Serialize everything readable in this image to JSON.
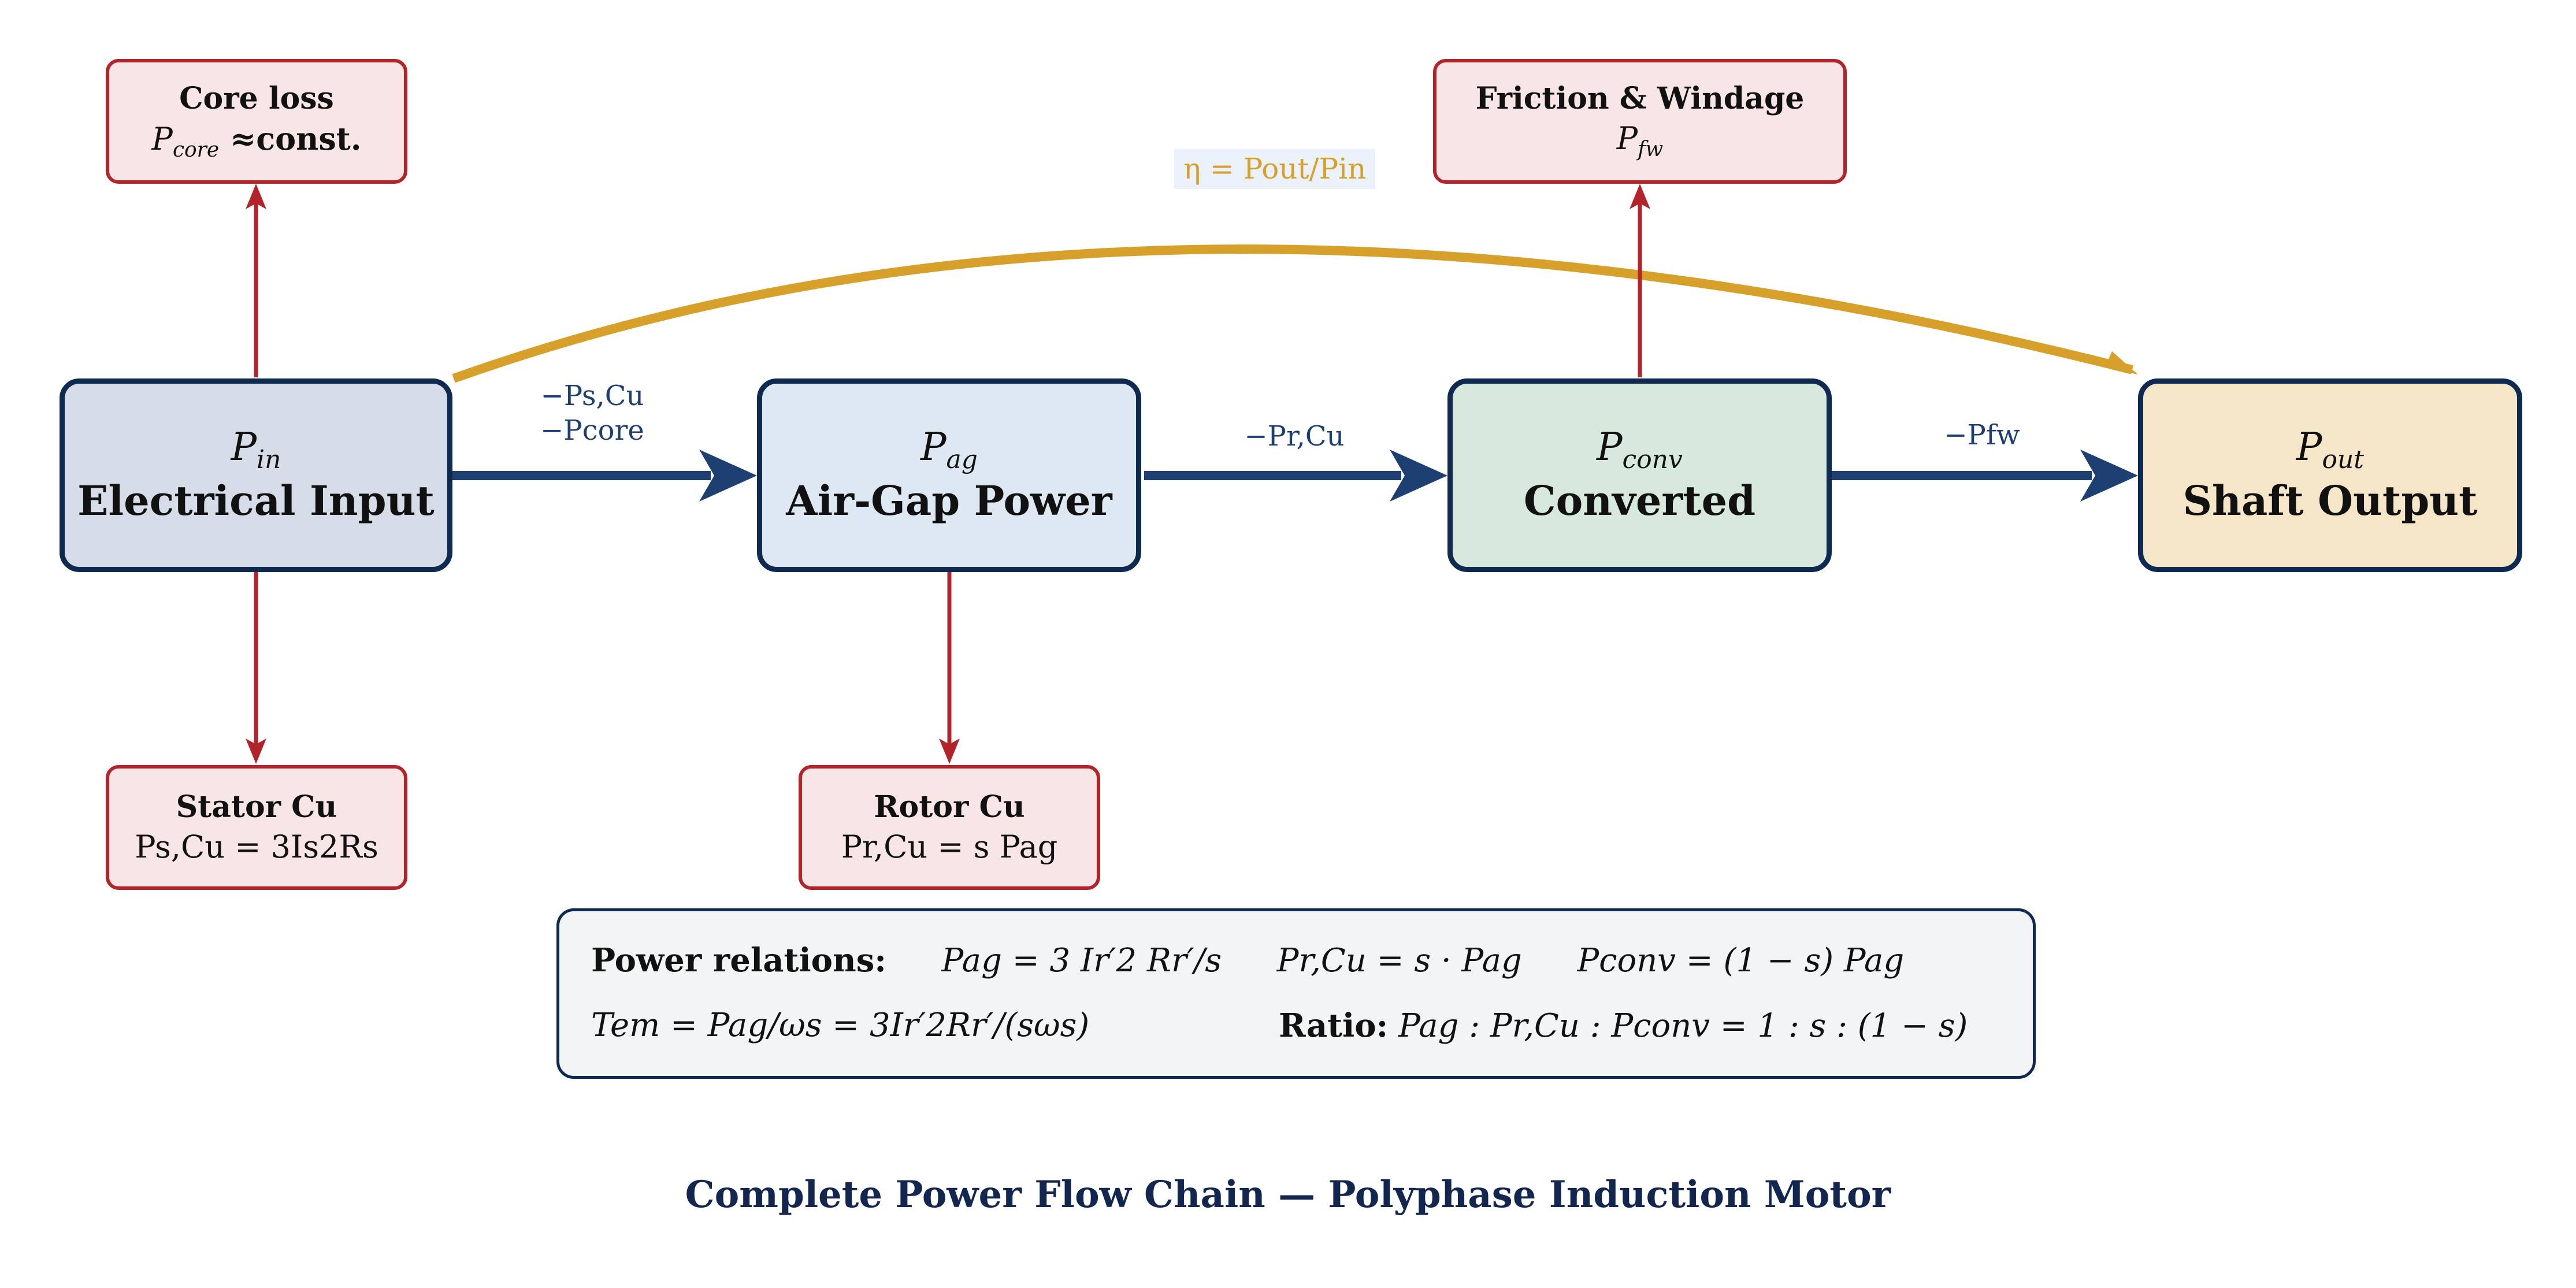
{
  "nodes": {
    "input": {
      "symbol": "P",
      "sub": "in",
      "name": "Electrical Input",
      "fill": "#d6dde8"
    },
    "airgap": {
      "symbol": "P",
      "sub": "ag",
      "name": "Air-Gap Power",
      "fill": "#dde8f3"
    },
    "converted": {
      "symbol": "P",
      "sub": "conv",
      "name": "Converted",
      "fill": "#d6e9dc"
    },
    "output": {
      "symbol": "P",
      "sub": "out",
      "name": "Shaft Output",
      "fill": "#f5e6c7"
    }
  },
  "losses": {
    "core": {
      "title": "Core loss",
      "sym": "P",
      "sub": "core",
      "rest": " ≈const."
    },
    "stator": {
      "title": "Stator Cu",
      "expr_text": "Ps,Cu = 3Is2Rs"
    },
    "rotor": {
      "title": "Rotor Cu",
      "expr_text": "Pr,Cu = s Pag"
    },
    "friction": {
      "title": "Friction & Windage",
      "sym": "P",
      "sub": "fw"
    }
  },
  "flow_labels": {
    "in_to_ag": [
      "−Ps,Cu",
      "−Pcore"
    ],
    "ag_to_conv": "−Pr,Cu",
    "conv_to_out": "−Pfw"
  },
  "efficiency": "η = Pout/Pin",
  "relations": {
    "heading": "Power relations:",
    "eq1": "Pag = 3 Ir′2 Rr′/s",
    "eq2": "Pr,Cu = s · Pag",
    "eq3": "Pconv = (1 − s) Pag",
    "torque": "Tem = Pag/ωs = 3Ir′2Rr′/(sωs)",
    "ratio_heading": "Ratio:",
    "ratio": "Pag : Pr,Cu : Pconv = 1 : s : (1 − s)"
  },
  "caption": "Complete Power Flow Chain — Polyphase Induction Motor",
  "colors": {
    "main_flow": "#1d3f72",
    "loss_flow": "#b3242a",
    "efficiency_arc": "#d6a02a",
    "node_border": "#0f2a50"
  }
}
